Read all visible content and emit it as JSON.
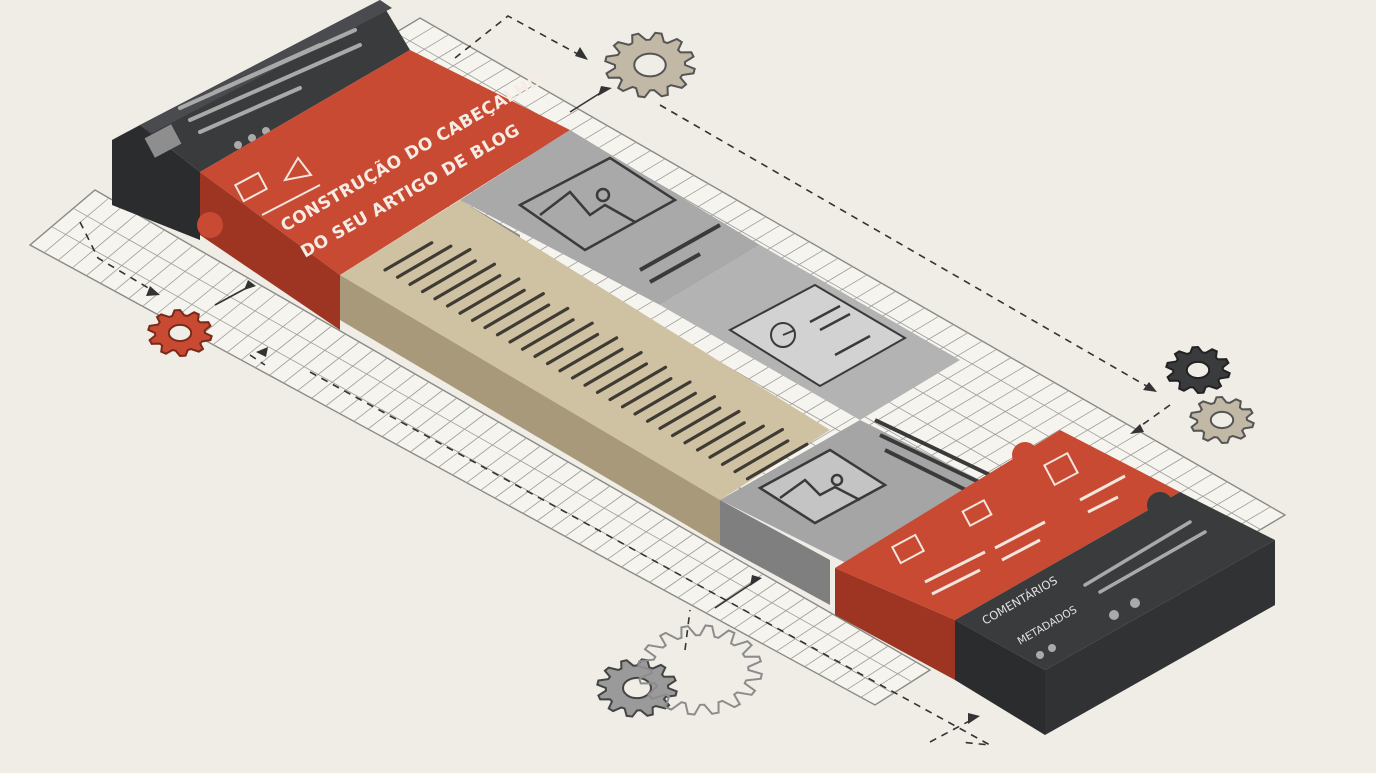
{
  "header_block": {
    "title_line1": "CONSTRUÇÃO DO CABEÇALHO",
    "title_line2": "DO SEU ARTIGO DE BLOG"
  },
  "footer_block": {
    "comments_label": "COMENTÁRIOS",
    "metadata_label": "METADADOS"
  },
  "colors": {
    "background": "#efede6",
    "dark_block": "#3a3b3d",
    "red_block": "#c94a33",
    "tan_block": "#cfc2a3",
    "gray_block": "#a8a8a8",
    "line_dark": "#3a3a3a"
  },
  "icons": [
    "chat-bubble-icon",
    "warning-icon",
    "image-icon",
    "dashboard-icon",
    "document-icon",
    "gear-icon"
  ]
}
